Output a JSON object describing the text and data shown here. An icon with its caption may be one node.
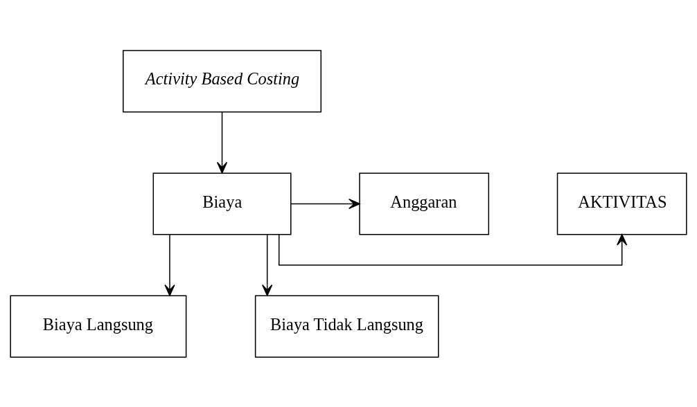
{
  "diagram": {
    "nodes": [
      {
        "text": [
          "Activity Based Costing"
        ]
      },
      {
        "text": [
          "AKTIVITAS"
        ]
      },
      {
        "text": [
          "Biaya"
        ]
      },
      {
        "text": [
          "Anggaran"
        ]
      },
      {
        "text": [
          "Biaya Langsung"
        ]
      },
      {
        "text": [
          "Biaya Tidak Langsung"
        ]
      }
    ],
    "edges": [
      {
        "from": 0,
        "to": 2,
        "arrow": "to"
      },
      {
        "from": 2,
        "to": 1,
        "arrow": "to"
      },
      {
        "from": 2,
        "to": 3,
        "arrow": "to"
      },
      {
        "from": 2,
        "to": 4,
        "arrow": "to"
      },
      {
        "from": 2,
        "to": 5,
        "arrow": "to"
      }
    ]
  }
}
